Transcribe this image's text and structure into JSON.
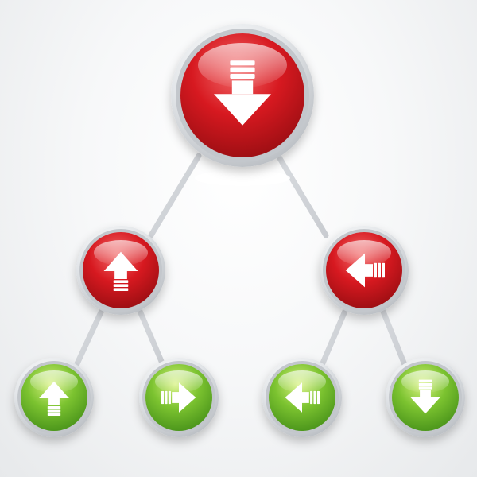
{
  "palette": {
    "background_light": "#ffffff",
    "background_dark": "#e7e9eb",
    "connector_color": "#c9ccd1",
    "red_button": "#d71920",
    "green_button": "#7cc330",
    "silver_ring": "#d4d7db"
  },
  "tree": {
    "root": {
      "icon": "arrow-down-icon",
      "color": "red"
    },
    "level_2": [
      {
        "icon": "arrow-up-icon",
        "color": "red"
      },
      {
        "icon": "arrow-left-icon",
        "color": "red"
      }
    ],
    "level_3": [
      {
        "icon": "arrow-up-icon",
        "color": "green"
      },
      {
        "icon": "arrow-right-icon",
        "color": "green"
      },
      {
        "icon": "arrow-left-icon",
        "color": "green"
      },
      {
        "icon": "arrow-down-icon",
        "color": "green"
      }
    ]
  }
}
